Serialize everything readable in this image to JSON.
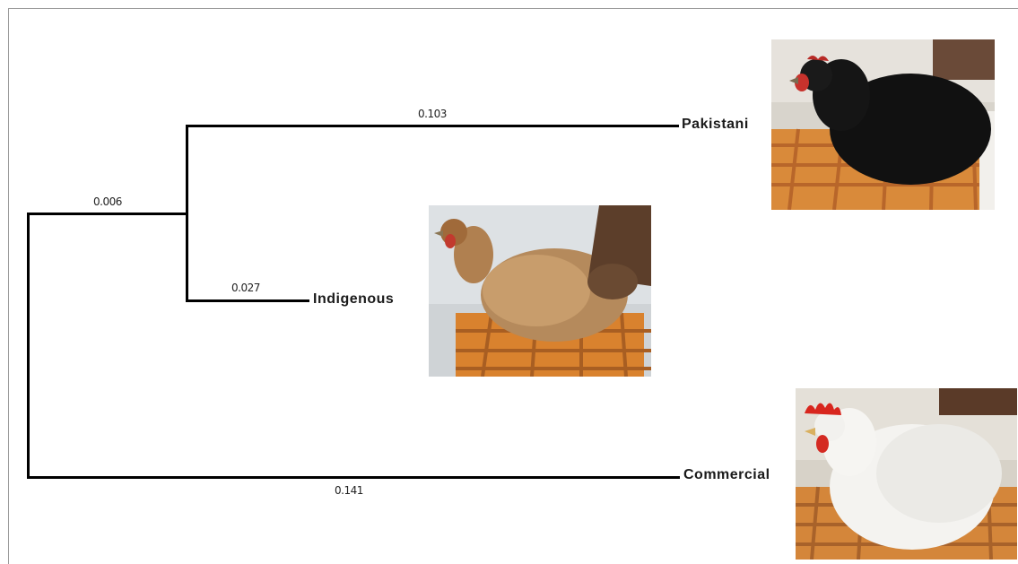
{
  "tree": {
    "branch_lengths": {
      "pakistani": "0.103",
      "pakistani_indigenous_clade": "0.006",
      "indigenous": "0.027",
      "commercial": "0.141"
    },
    "taxa": {
      "pakistani": "Pakistani",
      "indigenous": "Indigenous",
      "commercial": "Commercial"
    }
  },
  "photos": [
    {
      "name": "black-chicken-photo",
      "subject": "black hen on orange crate"
    },
    {
      "name": "brown-chicken-photo",
      "subject": "brown hen on orange crate held by hand"
    },
    {
      "name": "white-chicken-photo",
      "subject": "white hen with red comb on crate"
    }
  ]
}
